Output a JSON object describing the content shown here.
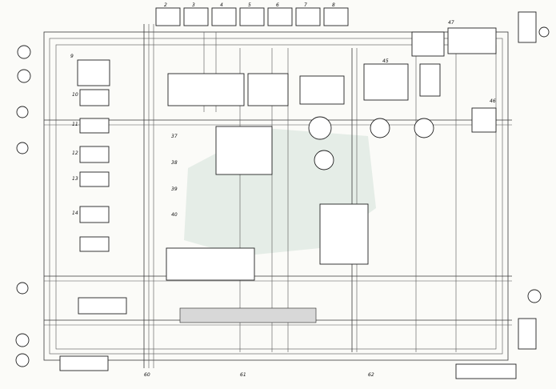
{
  "components": [
    {
      "id": "c_top_1",
      "label": "2"
    },
    {
      "id": "c_top_2",
      "label": "3"
    },
    {
      "id": "c_top_3",
      "label": "4"
    },
    {
      "id": "c_top_4",
      "label": "5"
    },
    {
      "id": "c_top_5",
      "label": "6"
    },
    {
      "id": "c_top_6",
      "label": "7"
    },
    {
      "id": "c_top_7",
      "label": "8"
    },
    {
      "id": "c_left_1",
      "label": "9"
    },
    {
      "id": "c_left_2",
      "label": "10"
    },
    {
      "id": "c_left_3",
      "label": "11"
    },
    {
      "id": "c_left_4",
      "label": "12"
    },
    {
      "id": "c_left_5",
      "label": "13"
    },
    {
      "id": "c_left_6",
      "label": "14"
    },
    {
      "id": "c_mid_1",
      "label": "37"
    },
    {
      "id": "c_mid_2",
      "label": "38"
    },
    {
      "id": "c_mid_3",
      "label": "39"
    },
    {
      "id": "c_mid_4",
      "label": "40"
    },
    {
      "id": "c_right_1",
      "label": "45"
    },
    {
      "id": "c_right_2",
      "label": "46"
    },
    {
      "id": "c_right_3",
      "label": "47"
    },
    {
      "id": "c_bot_1",
      "label": "60"
    },
    {
      "id": "c_bot_2",
      "label": "61"
    },
    {
      "id": "c_bot_3",
      "label": "62"
    }
  ]
}
